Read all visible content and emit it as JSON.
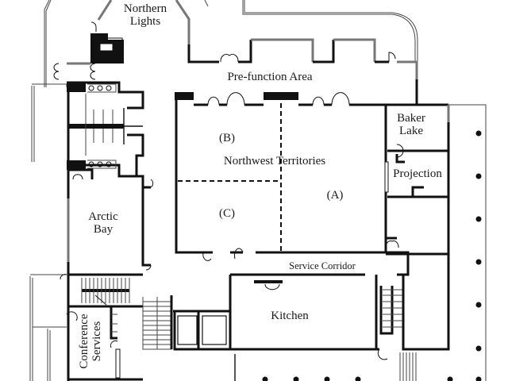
{
  "title": "Floor plan",
  "colors": {
    "wall": "#111111",
    "background": "#ffffff",
    "label": "#1a1a1a"
  },
  "rooms": {
    "northern_lights": [
      "Northern",
      "Lights"
    ],
    "pre_function": "Pre-function Area",
    "baker_lake": [
      "Baker",
      "Lake"
    ],
    "projection": "Projection",
    "northwest_territories": "Northwest Territories",
    "section_a": "(A)",
    "section_b": "(B)",
    "section_c": "(C)",
    "arctic_bay": [
      "Arctic",
      "Bay"
    ],
    "service_corridor": "Service Corridor",
    "kitchen": "Kitchen",
    "conference_services": [
      "Conference",
      "Services"
    ]
  }
}
